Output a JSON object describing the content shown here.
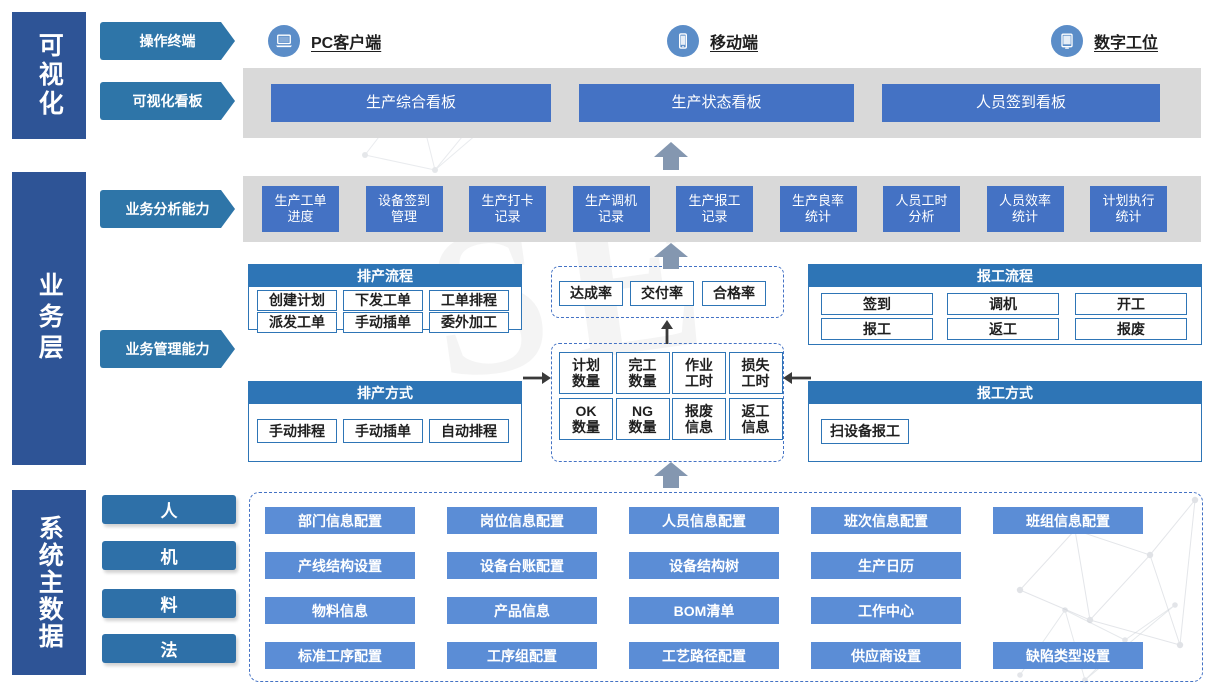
{
  "layers": {
    "visualization": "可视化",
    "business": "业务层",
    "master": "系统主数据"
  },
  "chips": {
    "operation_terminal": "操作终端",
    "visual_board": "可视化看板",
    "business_analysis": "业务分析能力",
    "business_management": "业务管理能力"
  },
  "terminals": [
    {
      "label": "PC客户端",
      "icon": "laptop-icon"
    },
    {
      "label": "移动端",
      "icon": "mobile-phone-icon"
    },
    {
      "label": "数字工位",
      "icon": "tablet-icon"
    }
  ],
  "boards": [
    "生产综合看板",
    "生产状态看板",
    "人员签到看板"
  ],
  "analysis_items": [
    "生产工单\n进度",
    "设备签到\n管理",
    "生产打卡\n记录",
    "生产调机\n记录",
    "生产报工\n记录",
    "生产良率\n统计",
    "人员工时\n分析",
    "人员效率\n统计",
    "计划执行\n统计"
  ],
  "scheduling_flow": {
    "title": "排产流程",
    "items": [
      "创建计划",
      "下发工单",
      "工单排程",
      "派发工单",
      "手动插单",
      "委外加工"
    ]
  },
  "scheduling_mode": {
    "title": "排产方式",
    "items": [
      "手动排程",
      "手动插单",
      "自动排程"
    ]
  },
  "kpi_top": [
    "达成率",
    "交付率",
    "合格率"
  ],
  "kpi_main": [
    "计划\n数量",
    "完工\n数量",
    "作业\n工时",
    "损失\n工时",
    "OK\n数量",
    "NG\n数量",
    "报废\n信息",
    "返工\n信息"
  ],
  "report_flow": {
    "title": "报工流程",
    "items": [
      "签到",
      "调机",
      "开工",
      "报工",
      "返工",
      "报废"
    ]
  },
  "report_mode": {
    "title": "报工方式",
    "items": [
      "扫设备报工"
    ]
  },
  "master_categories": [
    "人",
    "机",
    "料",
    "法"
  ],
  "master_rows": [
    [
      "部门信息配置",
      "岗位信息配置",
      "人员信息配置",
      "班次信息配置",
      "班组信息配置"
    ],
    [
      "产线结构设置",
      "设备台账配置",
      "设备结构树",
      "生产日历"
    ],
    [
      "物料信息",
      "产品信息",
      "BOM清单",
      "工作中心"
    ],
    [
      "标准工序配置",
      "工序组配置",
      "工艺路径配置",
      "供应商设置",
      "缺陷类型设置"
    ]
  ],
  "colors": {
    "sidebar": "#2e5496",
    "chip": "#2e75a8",
    "gray_band": "#d9d9d9",
    "button_blue": "#4472c4",
    "panel_header": "#2e75b6",
    "master_btn": "#5b8dd6",
    "arrow": "#8497b0",
    "dashed": "#4472c4"
  }
}
